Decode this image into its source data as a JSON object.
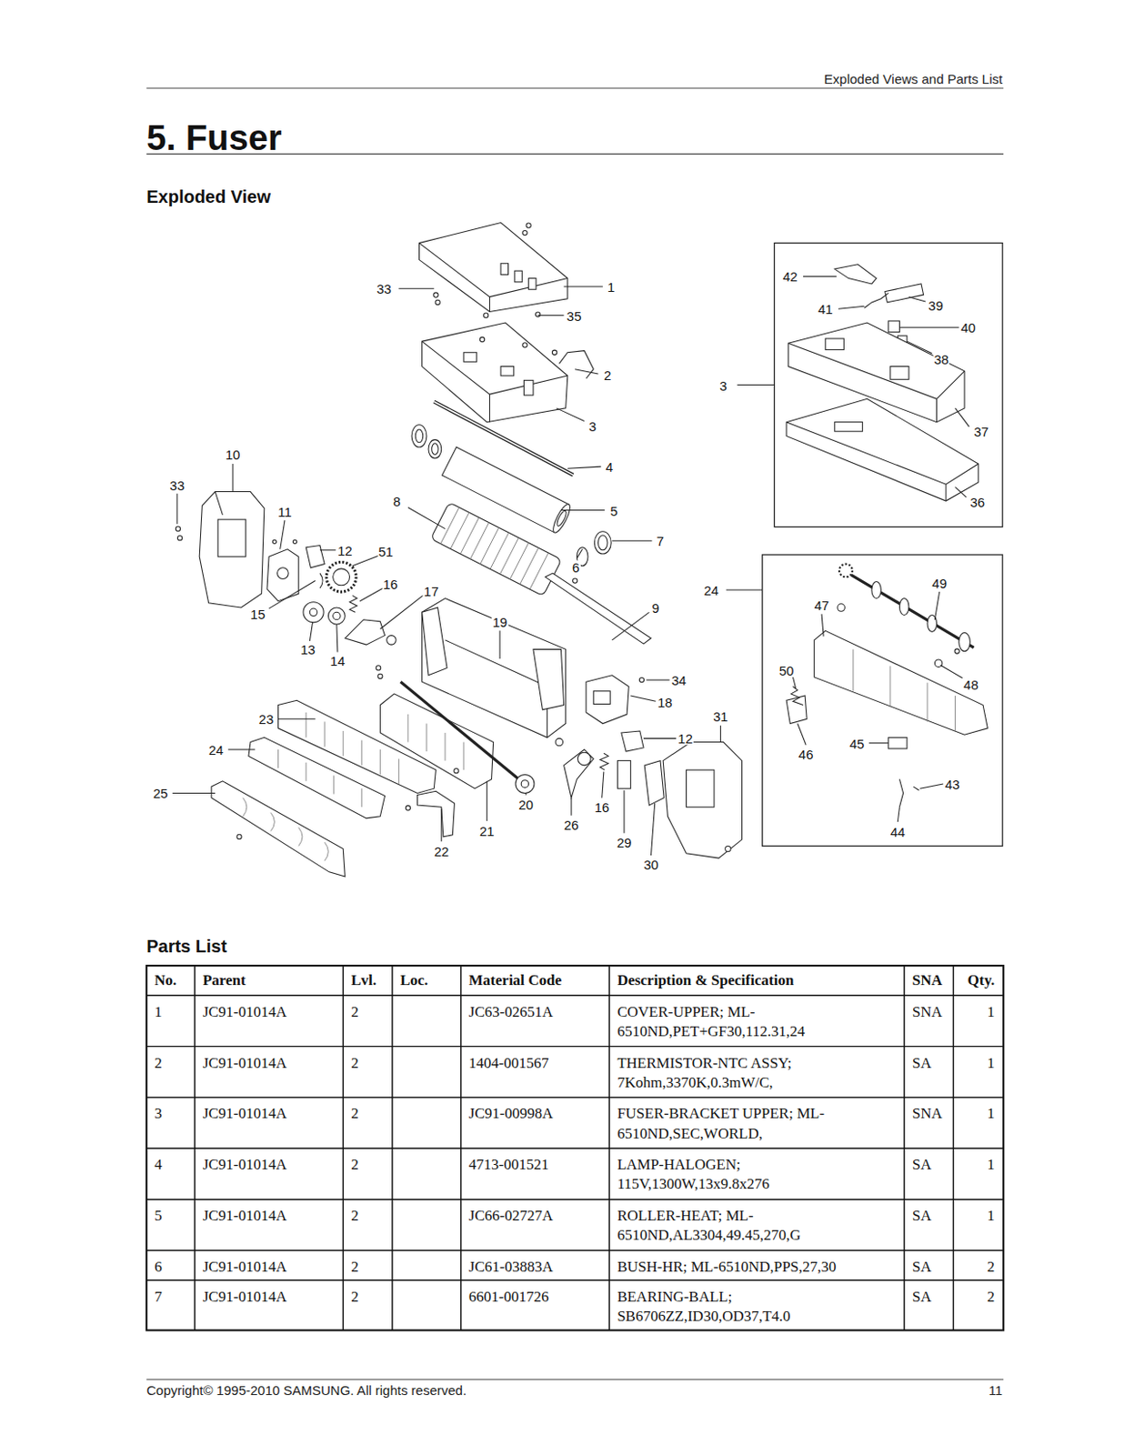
{
  "diagram": {
    "title": "5. Fuser",
    "labels": [
      "Exploded Views and Parts List",
      "Exploded View",
      "1",
      "33",
      "35",
      "2",
      "3",
      "4",
      "5",
      "7",
      "6",
      "8",
      "9",
      "10",
      "33",
      "11",
      "12",
      "51",
      "15",
      "16",
      "17",
      "13",
      "14",
      "19",
      "34",
      "18",
      "31",
      "23",
      "12",
      "24",
      "25",
      "20",
      "26",
      "16",
      "29",
      "21",
      "22",
      "30",
      "42",
      "39",
      "41",
      "40",
      "38",
      "3",
      "37",
      "36",
      "24",
      "49",
      "47",
      "50",
      "48",
      "46",
      "45",
      "43",
      "44",
      "Parts List",
      "No.",
      "Parent",
      "Lvl.",
      "Loc.",
      "Material Code",
      "Description & Specification",
      "SNA",
      "Qty.",
      "1",
      "JC91-01014A",
      "2",
      "JC63-02651A",
      "COVER-UPPER; ML-6510ND,PET+GF30,112.31,24",
      "SNA",
      "1",
      "2",
      "JC91-01014A",
      "2",
      "1404-001567",
      "THERMISTOR-NTC ASSY; 7Kohm,3370K,0.3mW/C,",
      "SA",
      "1",
      "3",
      "JC91-01014A",
      "2",
      "JC91-00998A",
      "FUSER-BRACKET UPPER; ML-6510ND,SEC,WORLD,",
      "SNA",
      "1",
      "4",
      "JC91-01014A",
      "2",
      "4713-001521",
      "LAMP-HALOGEN; 115V,1300W,13x9.8x276",
      "SA",
      "1",
      "5",
      "JC91-01014A",
      "2",
      "JC66-02727A",
      "ROLLER-HEAT; ML-6510ND,AL3304,49.45,270,G",
      "SA",
      "1",
      "6",
      "JC91-01014A",
      "2",
      "JC61-03883A",
      "BUSH-HR; ML-6510ND,PPS,27,30",
      "SA",
      "2",
      "7",
      "JC91-01014A",
      "2",
      "6601-001726",
      "BEARING-BALL; SB6706ZZ,ID30,OD37,T4.0",
      "SA",
      "2",
      "Copyright© 1995-2010 SAMSUNG. All rights reserved.",
      "11"
    ]
  }
}
